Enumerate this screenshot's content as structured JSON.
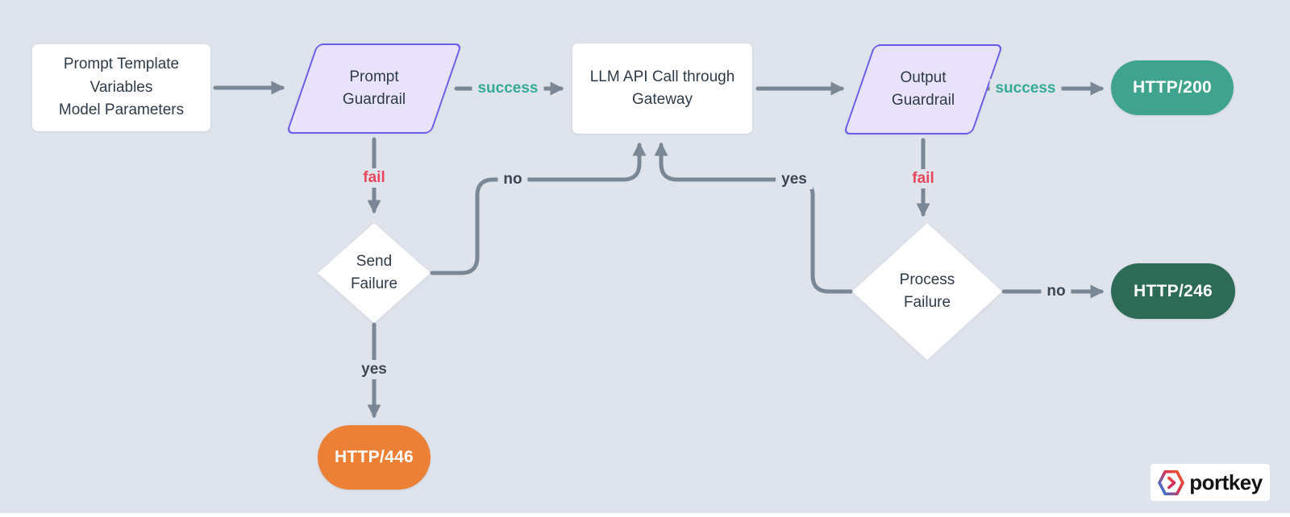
{
  "colors": {
    "background": "#dfe4ec",
    "connector": "#7b8794",
    "node_text": "#2f3a47",
    "parallelogram_fill": "#e8e2fa",
    "parallelogram_border": "#6a5be8",
    "success_label": "#35ab97",
    "fail_label": "#e8465a",
    "yes_no_label": "#3c4654",
    "pill_200": "#3fa38d",
    "pill_246": "#2e6b57",
    "pill_446": "#ec8036"
  },
  "nodes": {
    "input": {
      "lines": [
        "Prompt Template",
        "Variables",
        "Model Parameters"
      ]
    },
    "prompt_guardrail": {
      "lines": [
        "Prompt",
        "Guardrail"
      ]
    },
    "llm_call": {
      "lines": [
        "LLM API Call through",
        "Gateway"
      ]
    },
    "output_guardrail": {
      "lines": [
        "Output",
        "Guardrail"
      ]
    },
    "send_failure": {
      "lines": [
        "Send",
        "Failure"
      ]
    },
    "process_failure": {
      "lines": [
        "Process",
        "Failure"
      ]
    },
    "http_200": {
      "label": "HTTP/200"
    },
    "http_246": {
      "label": "HTTP/246"
    },
    "http_446": {
      "label": "HTTP/446"
    }
  },
  "edge_labels": {
    "prompt_success": "success",
    "output_success": "success",
    "prompt_fail": "fail",
    "output_fail": "fail",
    "send_failure_yes": "yes",
    "send_failure_no": "no",
    "process_failure_yes": "yes",
    "process_failure_no": "no"
  },
  "logo": {
    "brand": "portkey",
    "icon": "portkey-hexagon-chevron"
  }
}
